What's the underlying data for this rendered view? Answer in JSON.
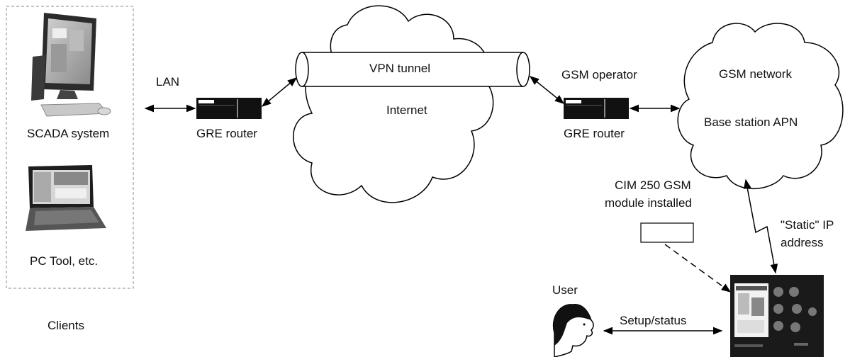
{
  "labels": {
    "scada": "SCADA system",
    "pc_tool": "PC Tool, etc.",
    "clients": "Clients",
    "lan": "LAN",
    "gre_router_left": "GRE router",
    "vpn_tunnel": "VPN tunnel",
    "internet": "Internet",
    "gsm_operator": "GSM operator",
    "gre_router_right": "GRE router",
    "gsm_network": "GSM network",
    "base_station": "Base station APN",
    "cim_line1": "CIM 250 GSM",
    "cim_line2": "module installed",
    "static_ip_line1": "\"Static\" IP",
    "static_ip_line2": "address",
    "user": "User",
    "setup_status": "Setup/status"
  }
}
